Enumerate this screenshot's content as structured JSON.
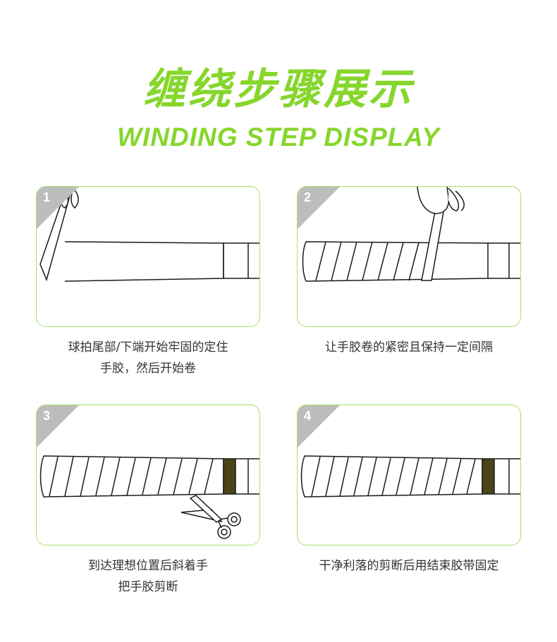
{
  "title_cn": "缠绕步骤展示",
  "title_en": "WINDING STEP DISPLAY",
  "accent_color": "#86d62c",
  "steps": [
    {
      "num": "1",
      "caption_line1": "球拍尾部/下端开始牢固的定住",
      "caption_line2": "手胶，然后开始卷"
    },
    {
      "num": "2",
      "caption_line1": "让手胶卷的紧密且保持一定间隔",
      "caption_line2": ""
    },
    {
      "num": "3",
      "caption_line1": "到达理想位置后斜着手",
      "caption_line2": "把手胶剪断"
    },
    {
      "num": "4",
      "caption_line1": "干净利落的剪断后用结束胶带固定",
      "caption_line2": ""
    }
  ]
}
